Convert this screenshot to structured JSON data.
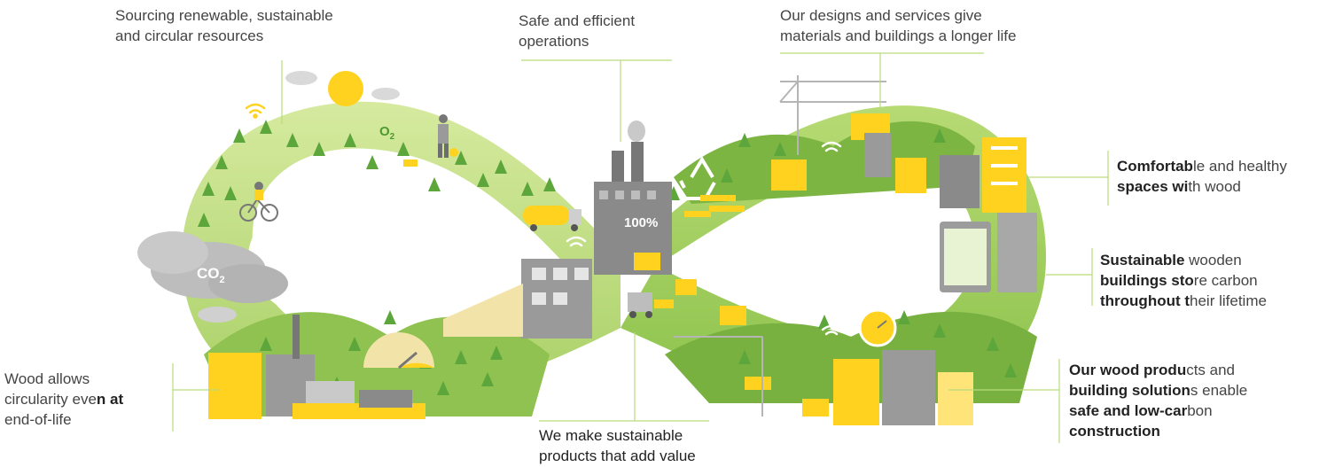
{
  "colors": {
    "green_light": "#c7e08c",
    "green_mid": "#9cc958",
    "green_dark": "#6fae3c",
    "tree": "#5ca63b",
    "yellow": "#ffd21f",
    "grey": "#a0a0a0",
    "grey_dark": "#6e6e6e",
    "leader": "#b9dc7d"
  },
  "icons": [
    "sun-icon",
    "cloud-icon",
    "wifi-icon",
    "recycle-icon",
    "stopwatch-icon",
    "gauge-icon",
    "crane-icon",
    "truck-icon",
    "forklift-icon",
    "cyclist-icon",
    "walker-icon"
  ],
  "scene": {
    "o2": "O",
    "o2_sub": "2",
    "co2": "CO",
    "co2_sub": "2",
    "factory_percent": "100%"
  },
  "labels": {
    "sourcing": {
      "line1": "Sourcing renewable, sustainable",
      "line2": "and circular resources"
    },
    "operations": {
      "line1": "Safe and efficient",
      "line2": "operations"
    },
    "designs": {
      "line1": "Our designs and services give",
      "line2": "materials and buildings a longer life"
    },
    "comfortable": {
      "b1": "Comfortab",
      "r1": "le and healthy",
      "b2": "spaces wi",
      "r2": "th wood"
    },
    "storage": {
      "b1": "Sustainable",
      "r1": " wooden",
      "b2": "buildings sto",
      "r2": "re carbon",
      "b3": "throughout t",
      "r3": "heir lifetime"
    },
    "products": {
      "b1": "Our wood produ",
      "r1": "cts and",
      "b2": "building solution",
      "r2": "s enable",
      "b3": "safe and low-car",
      "r3": "bon",
      "b4": "construction"
    },
    "value": {
      "line1": "We make sustainable",
      "line2": "products that add value"
    },
    "circularity": {
      "line1": "Wood allows",
      "r2a": "circularity eve",
      "b2": "n at",
      "line3": "end-of-life"
    }
  }
}
